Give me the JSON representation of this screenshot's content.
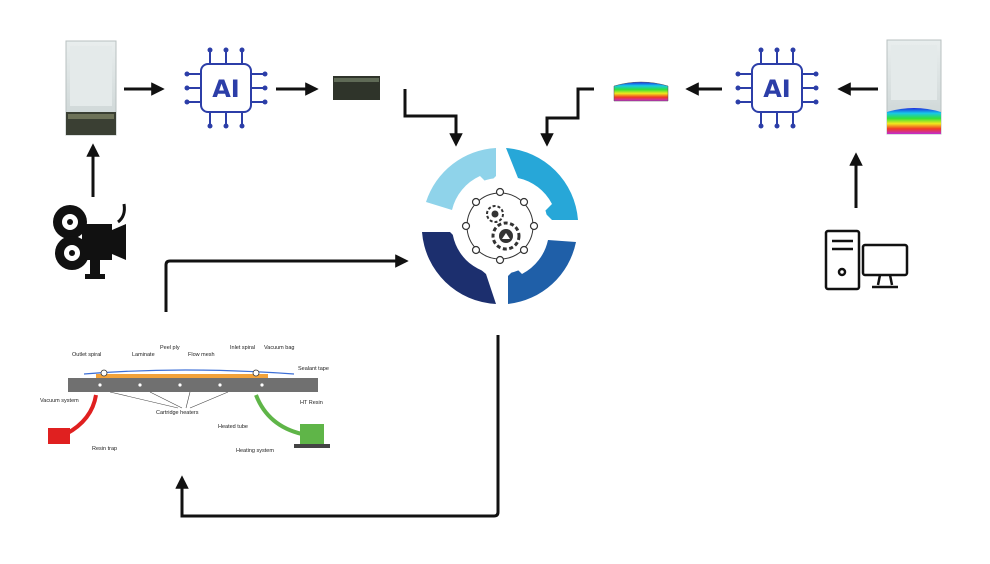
{
  "ai_chip": {
    "label": "AI"
  },
  "process_schematic": {
    "labels": {
      "outlet_spiral": "Outlet spiral",
      "laminate": "Laminate",
      "peel_ply": "Peel ply",
      "flow_mesh": "Flow mesh",
      "inlet_spiral": "Inlet spiral",
      "vacuum_bag": "Vacuum bag",
      "sealant_tape": "Sealant tape",
      "vacuum_system": "Vacuum system",
      "resin_trap": "Resin trap",
      "cartridge_heaters": "Cartridge heaters",
      "heated_tube": "Heated tube",
      "ht_resin": "HT Resin",
      "heating_system": "Heating system"
    }
  },
  "colors": {
    "cycle_light": "#8fd3ea",
    "cycle_mid": "#27a7d8",
    "cycle_dark_blue": "#1f5fa8",
    "cycle_navy": "#1c2f6e",
    "ai_chip_stroke": "#2c3ea8",
    "vacuum_red": "#e02020",
    "resin_green": "#5fb548"
  }
}
